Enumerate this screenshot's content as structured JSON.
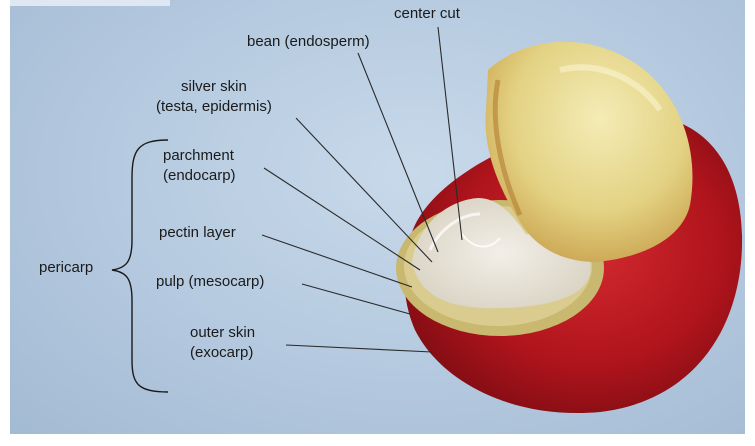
{
  "labels": {
    "center_cut": "center cut",
    "bean": "bean (endosperm)",
    "silver_skin_1": "silver skin",
    "silver_skin_2": "(testa, epidermis)",
    "parchment_1": "parchment",
    "parchment_2": "(endocarp)",
    "pectin": "pectin layer",
    "pulp": "pulp (mesocarp)",
    "outer_skin_1": "outer skin",
    "outer_skin_2": "(exocarp)",
    "pericarp": "pericarp"
  },
  "colors": {
    "background": "#b4c9df",
    "skin_red": "#b0141c",
    "bean_yellow": "#e8d98a",
    "parchment_white": "#eceae4",
    "leader_line": "#2a2a2a"
  }
}
